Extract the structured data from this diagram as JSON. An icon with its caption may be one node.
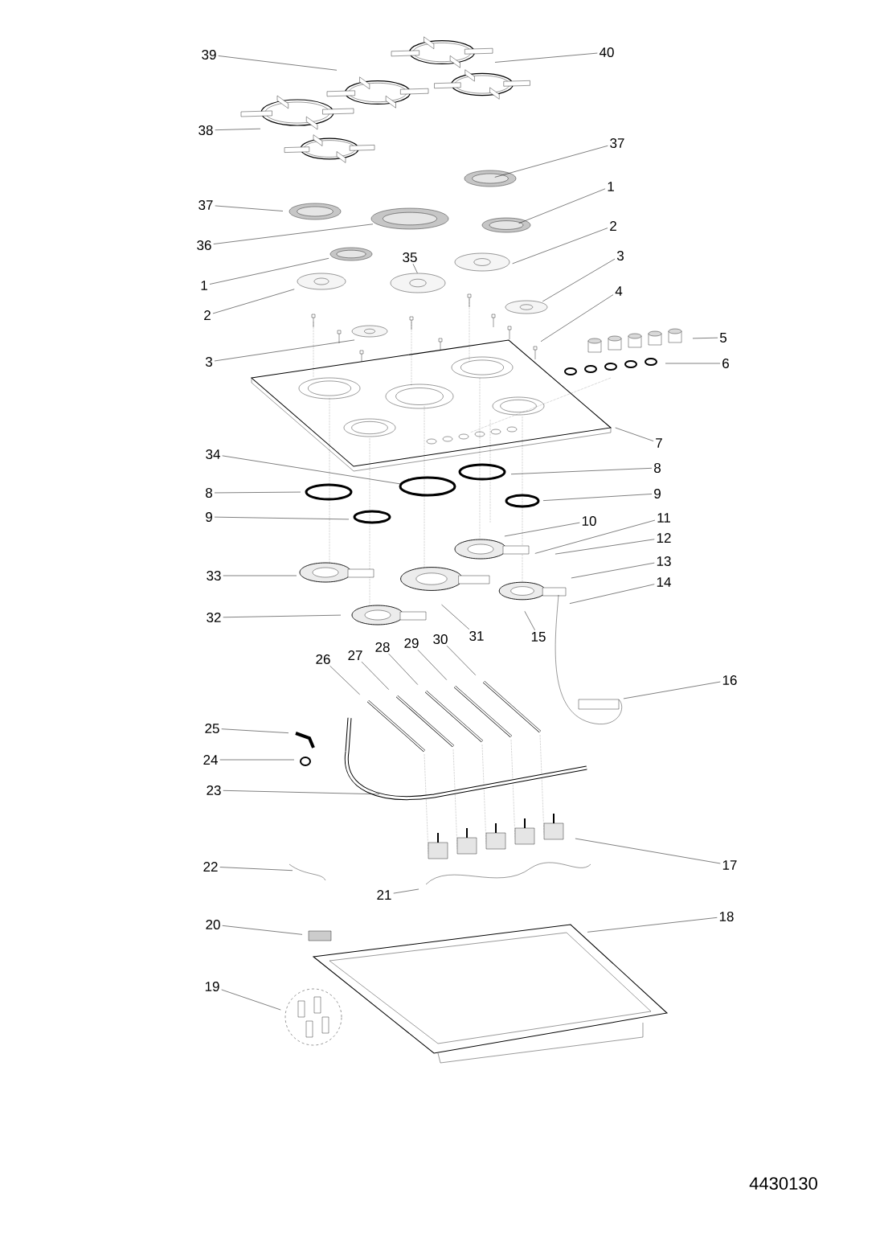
{
  "diagram": {
    "nodes": [
      {
        "text": [
          "39"
        ]
      },
      {
        "text": [
          "40"
        ]
      },
      {
        "text": [
          "38"
        ]
      },
      {
        "text": [
          "37"
        ]
      },
      {
        "text": [
          "37"
        ]
      },
      {
        "text": [
          "1"
        ]
      },
      {
        "text": [
          "36"
        ]
      },
      {
        "text": [
          "2"
        ]
      },
      {
        "text": [
          "1"
        ]
      },
      {
        "text": [
          "35"
        ]
      },
      {
        "text": [
          "3"
        ]
      },
      {
        "text": [
          "2"
        ]
      },
      {
        "text": [
          "4"
        ]
      },
      {
        "text": [
          "3"
        ]
      },
      {
        "text": [
          "5"
        ]
      },
      {
        "text": [
          "6"
        ]
      },
      {
        "text": [
          "7"
        ]
      },
      {
        "text": [
          "34"
        ]
      },
      {
        "text": [
          "8"
        ]
      },
      {
        "text": [
          "8"
        ]
      },
      {
        "text": [
          "9"
        ]
      },
      {
        "text": [
          "9"
        ]
      },
      {
        "text": [
          "10"
        ]
      },
      {
        "text": [
          "11"
        ]
      },
      {
        "text": [
          "12"
        ]
      },
      {
        "text": [
          "13"
        ]
      },
      {
        "text": [
          "14"
        ]
      },
      {
        "text": [
          "33"
        ]
      },
      {
        "text": [
          "31"
        ]
      },
      {
        "text": [
          "15"
        ]
      },
      {
        "text": [
          "32"
        ]
      },
      {
        "text": [
          "26"
        ]
      },
      {
        "text": [
          "27"
        ]
      },
      {
        "text": [
          "28"
        ]
      },
      {
        "text": [
          "29"
        ]
      },
      {
        "text": [
          "30"
        ]
      },
      {
        "text": [
          "16"
        ]
      },
      {
        "text": [
          "25"
        ]
      },
      {
        "text": [
          "24"
        ]
      },
      {
        "text": [
          "23"
        ]
      },
      {
        "text": [
          "17"
        ]
      },
      {
        "text": [
          "22"
        ]
      },
      {
        "text": [
          "21"
        ]
      },
      {
        "text": [
          "20"
        ]
      },
      {
        "text": [
          "18"
        ]
      },
      {
        "text": [
          "19"
        ]
      }
    ],
    "edges": [
      {
        "from": 0,
        "to": null,
        "arrow": "none"
      },
      {
        "from": 1,
        "to": null,
        "arrow": "none"
      },
      {
        "from": 2,
        "to": null,
        "arrow": "none"
      },
      {
        "from": 3,
        "to": null,
        "arrow": "none"
      },
      {
        "from": 4,
        "to": null,
        "arrow": "none"
      },
      {
        "from": 5,
        "to": null,
        "arrow": "none"
      },
      {
        "from": 6,
        "to": null,
        "arrow": "none"
      },
      {
        "from": 7,
        "to": null,
        "arrow": "none"
      },
      {
        "from": 8,
        "to": null,
        "arrow": "none"
      },
      {
        "from": 9,
        "to": null,
        "arrow": "none"
      },
      {
        "from": 10,
        "to": null,
        "arrow": "none"
      },
      {
        "from": 11,
        "to": null,
        "arrow": "none"
      },
      {
        "from": 12,
        "to": null,
        "arrow": "none"
      },
      {
        "from": 13,
        "to": null,
        "arrow": "none"
      },
      {
        "from": 14,
        "to": null,
        "arrow": "none"
      },
      {
        "from": 15,
        "to": null,
        "arrow": "none"
      },
      {
        "from": 16,
        "to": null,
        "arrow": "none"
      },
      {
        "from": 17,
        "to": null,
        "arrow": "none"
      },
      {
        "from": 18,
        "to": null,
        "arrow": "none"
      },
      {
        "from": 19,
        "to": null,
        "arrow": "none"
      },
      {
        "from": 20,
        "to": null,
        "arrow": "none"
      },
      {
        "from": 21,
        "to": null,
        "arrow": "none"
      },
      {
        "from": 22,
        "to": null,
        "arrow": "none"
      },
      {
        "from": 23,
        "to": null,
        "arrow": "none"
      },
      {
        "from": 24,
        "to": null,
        "arrow": "none"
      },
      {
        "from": 25,
        "to": null,
        "arrow": "none"
      },
      {
        "from": 26,
        "to": null,
        "arrow": "none"
      },
      {
        "from": 27,
        "to": null,
        "arrow": "none"
      },
      {
        "from": 28,
        "to": null,
        "arrow": "none"
      },
      {
        "from": 29,
        "to": null,
        "arrow": "none"
      },
      {
        "from": 30,
        "to": null,
        "arrow": "none"
      },
      {
        "from": 31,
        "to": null,
        "arrow": "none"
      },
      {
        "from": 32,
        "to": null,
        "arrow": "none"
      },
      {
        "from": 33,
        "to": null,
        "arrow": "none"
      },
      {
        "from": 34,
        "to": null,
        "arrow": "none"
      },
      {
        "from": 35,
        "to": null,
        "arrow": "none"
      },
      {
        "from": 36,
        "to": null,
        "arrow": "none"
      },
      {
        "from": 37,
        "to": null,
        "arrow": "none"
      },
      {
        "from": 38,
        "to": null,
        "arrow": "none"
      },
      {
        "from": 39,
        "to": null,
        "arrow": "none"
      },
      {
        "from": 40,
        "to": null,
        "arrow": "none"
      },
      {
        "from": 41,
        "to": null,
        "arrow": "none"
      },
      {
        "from": 42,
        "to": null,
        "arrow": "none"
      },
      {
        "from": 43,
        "to": null,
        "arrow": "none"
      },
      {
        "from": 44,
        "to": null,
        "arrow": "none"
      },
      {
        "from": 45,
        "to": null,
        "arrow": "none"
      }
    ],
    "labels": [
      "4430130"
    ]
  }
}
